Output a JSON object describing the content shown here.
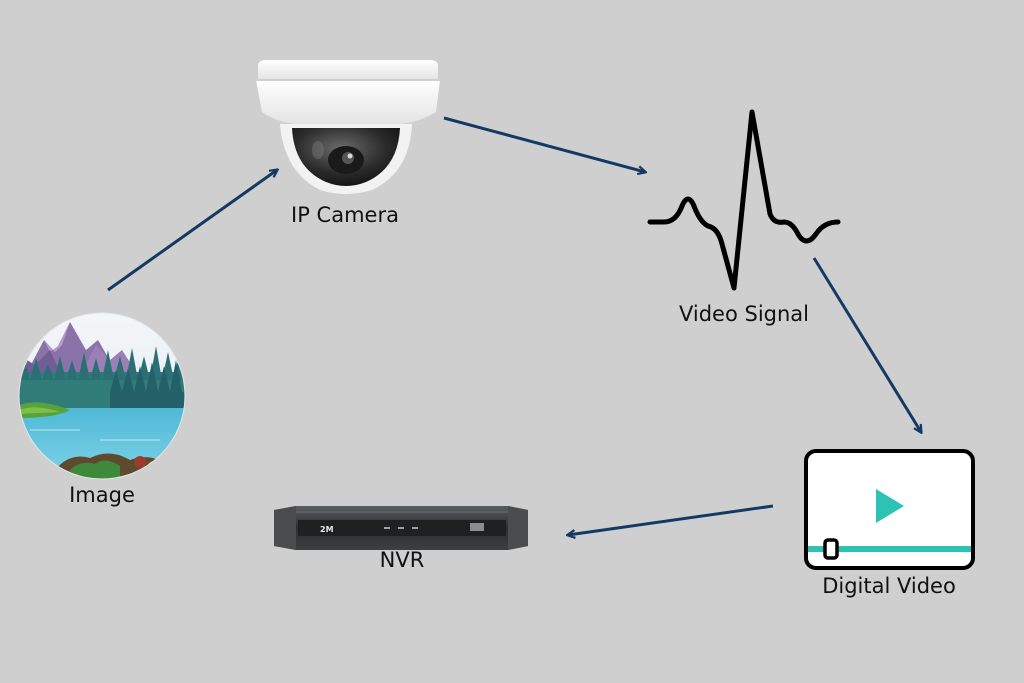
{
  "nodes": {
    "image": {
      "label": "Image"
    },
    "ip_camera": {
      "label": "IP Camera"
    },
    "video_signal": {
      "label": "Video Signal"
    },
    "digital_video": {
      "label": "Digital Video"
    },
    "nvr": {
      "label": "NVR",
      "brand_mark": "2M"
    }
  },
  "flow": [
    "image",
    "ip_camera",
    "video_signal",
    "digital_video",
    "nvr"
  ],
  "colors": {
    "background": "#cfcfcf",
    "arrow": "#143a64",
    "play_icon": "#2dc2b4",
    "signal_wave": "#000000"
  },
  "icons": [
    "landscape-icon",
    "dome-camera-icon",
    "waveform-icon",
    "video-player-icon",
    "nvr-recorder-icon"
  ]
}
